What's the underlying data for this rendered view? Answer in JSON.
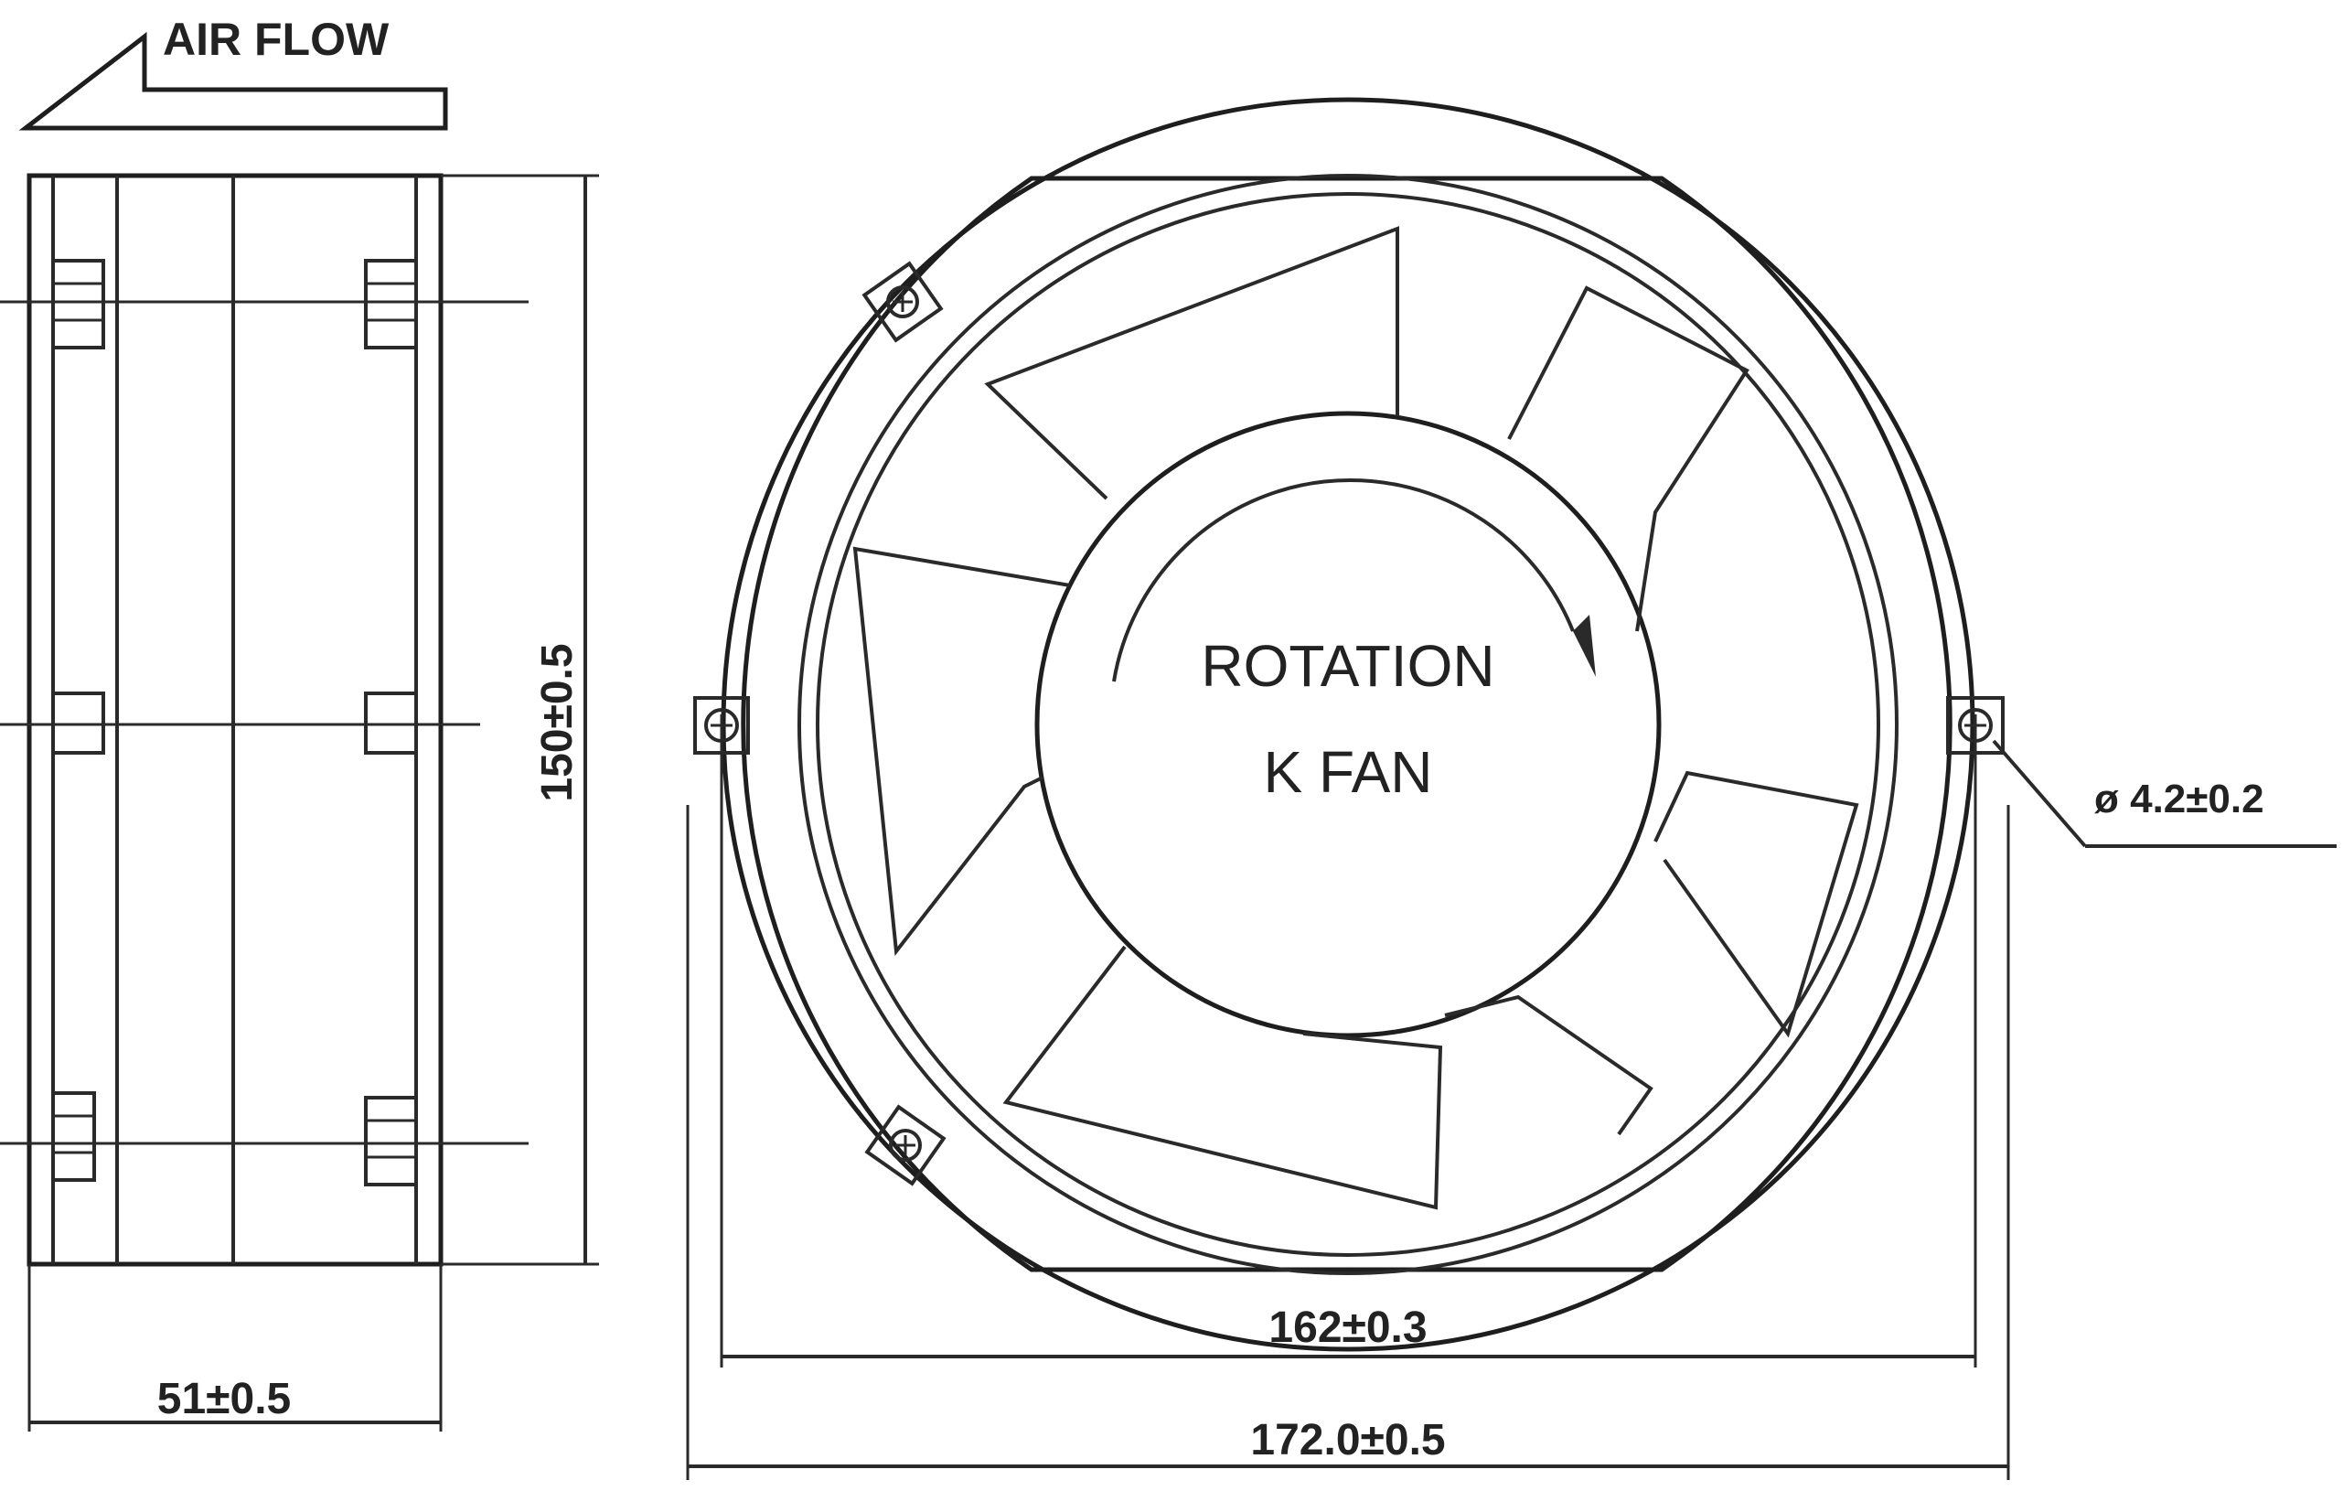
{
  "labels": {
    "air_flow": "AIR FLOW",
    "rotation": "ROTATION",
    "fan_type": "K FAN",
    "height_dim": "150±0.5",
    "depth_dim": "51±0.5",
    "hole_spacing_dim": "162±0.3",
    "overall_width_dim": "172.0±0.5",
    "hole_diameter_dim": "ø 4.2±0.2"
  },
  "colors": {
    "line": "#2a2a2a",
    "background": "#ffffff"
  }
}
